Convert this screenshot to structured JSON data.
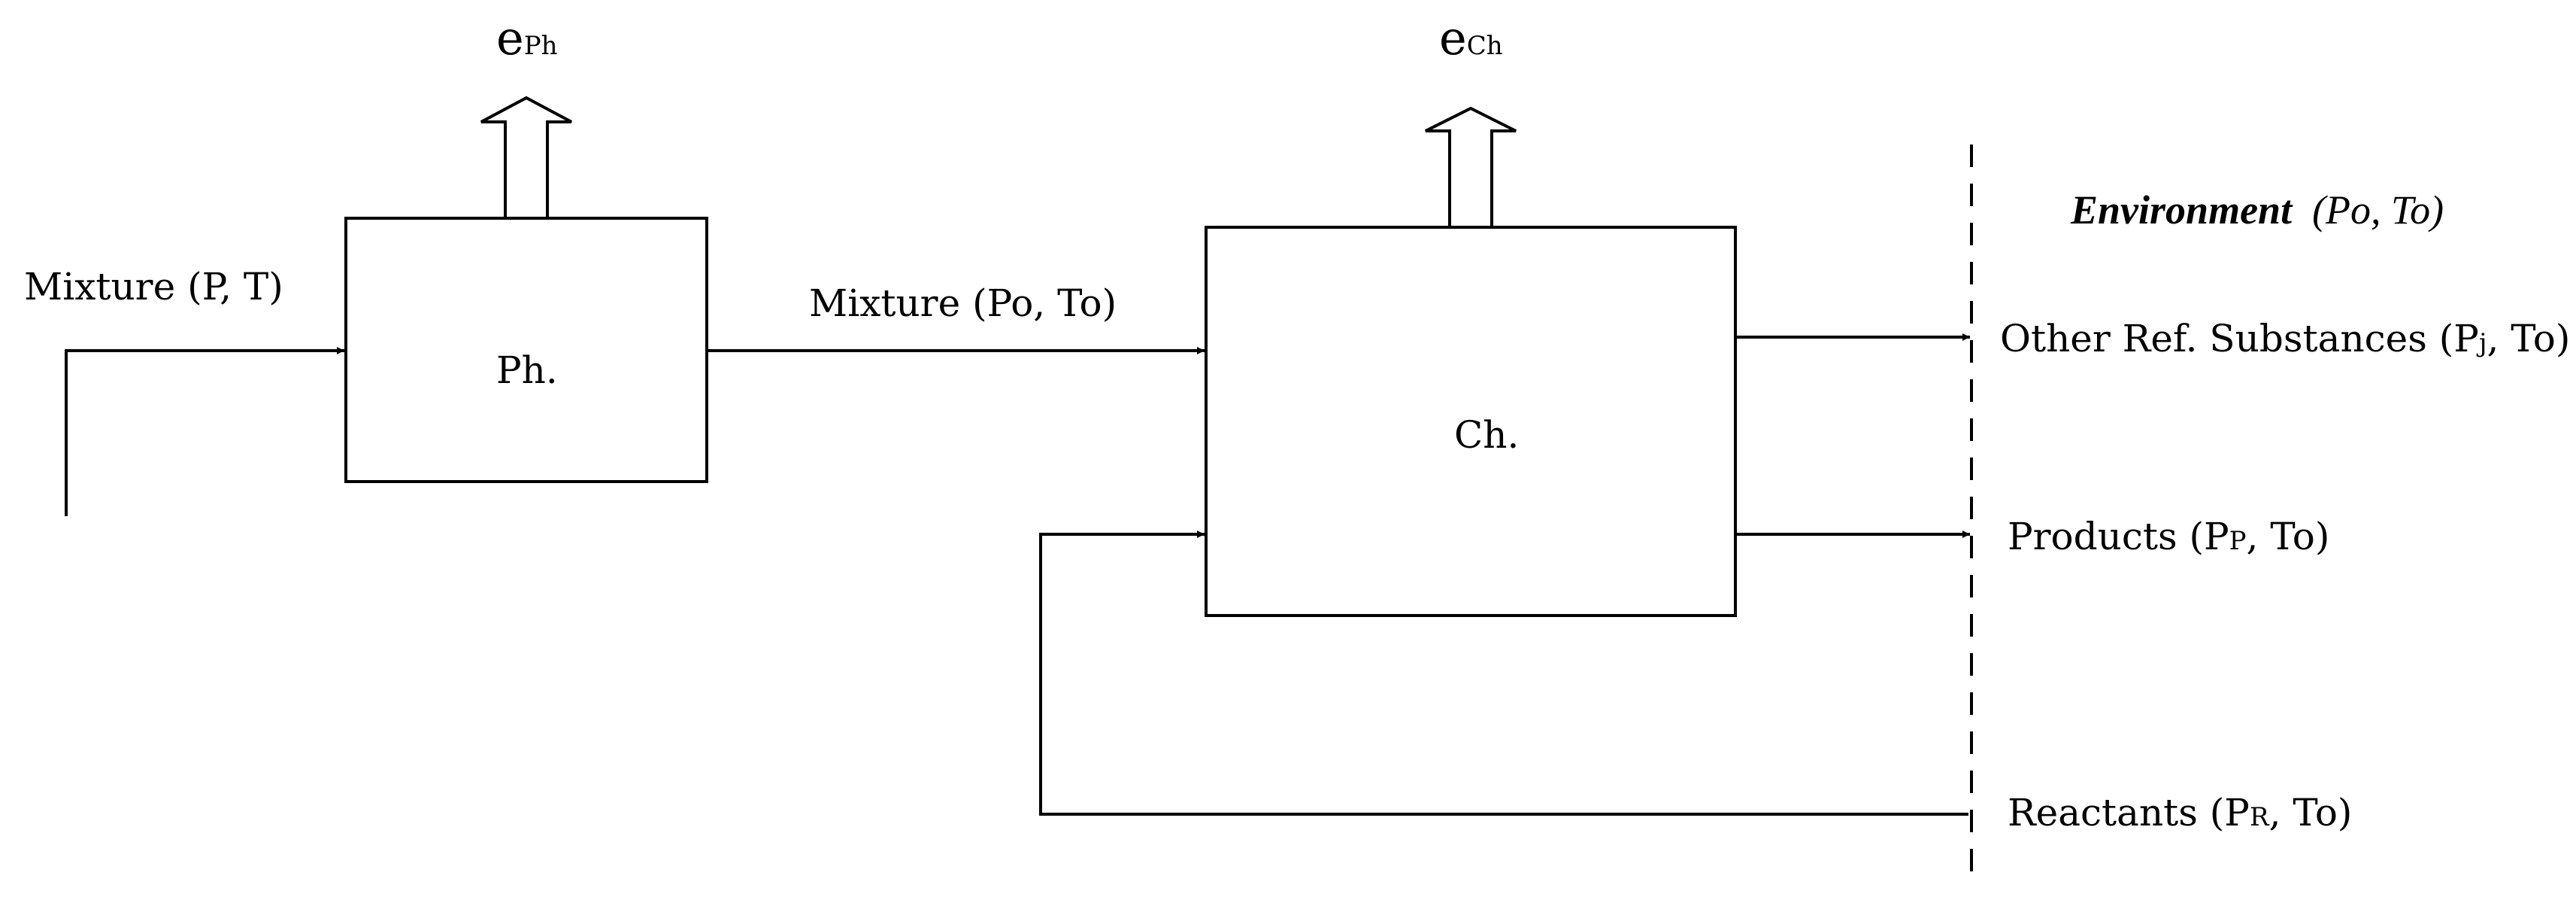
{
  "left_input": {
    "text": "Mixture (P, T)"
  },
  "ph_block": {
    "label": "Ph."
  },
  "ph_output": {
    "base": "e",
    "sub": "Ph"
  },
  "middle_stream": {
    "text": "Mixture (Po, To)"
  },
  "ch_block": {
    "label": "Ch."
  },
  "ch_output": {
    "base": "e",
    "sub": "Ch"
  },
  "environment": {
    "name": "Environment",
    "state": "(Po, To)"
  },
  "outputs": {
    "other": {
      "pre": "Other Ref. Substances (P",
      "sub": "j",
      "post": ", To)"
    },
    "products": {
      "pre": "Products (P",
      "sub": "P",
      "post": ", To)"
    },
    "reactants": {
      "pre": "Reactants (P",
      "sub": "R",
      "post": ", To)"
    }
  }
}
